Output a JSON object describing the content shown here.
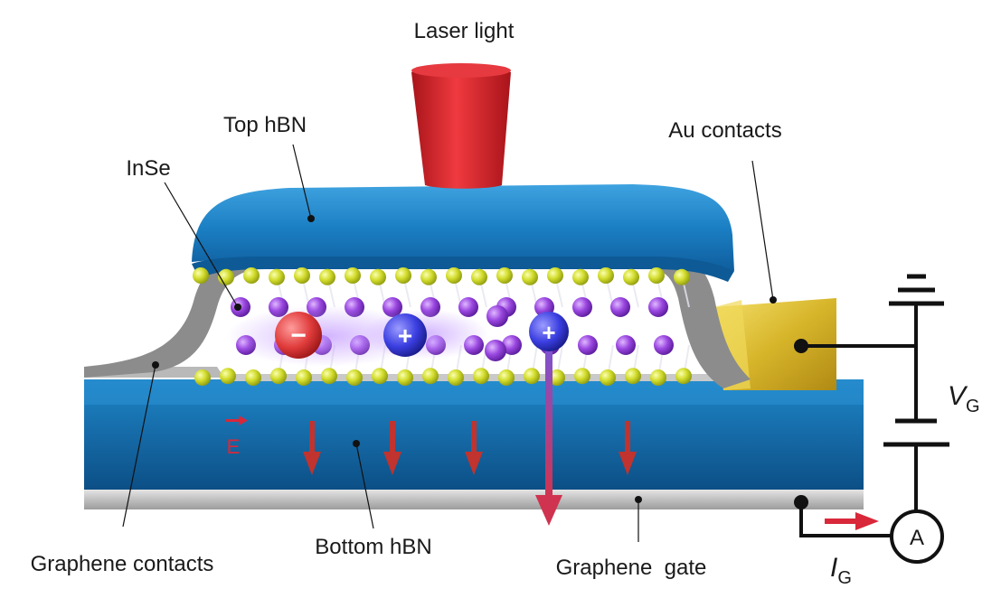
{
  "labels": {
    "laser": "Laser light",
    "top_hbn": "Top hBN",
    "inse": "InSe",
    "au_contacts": "Au contacts",
    "graphene_contacts": "Graphene contacts",
    "bottom_hbn": "Bottom hBN",
    "graphene_gate": "Graphene  gate",
    "field": "E"
  },
  "symbols": {
    "electron": "−",
    "hole": "+",
    "ammeter": "A",
    "voltage_main": "V",
    "voltage_sub": "G",
    "current_main": "I",
    "current_sub": "G"
  },
  "colors": {
    "hbn": "#1b7fc4",
    "hbn_dark": "#0d5a96",
    "laser": "#d92128",
    "arrow": "#c0332e",
    "graphene": "#a8a8a8",
    "gold": "#e2c33a",
    "purple_atom": "#8e3fd6",
    "yellow_atom": "#cfd92a",
    "electron": "#e03b3b",
    "hole": "#3a3ee0"
  }
}
